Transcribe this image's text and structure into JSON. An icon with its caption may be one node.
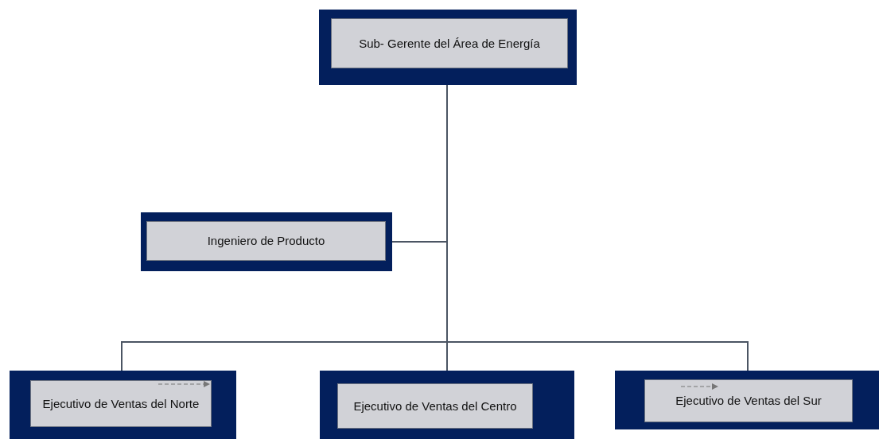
{
  "diagram": {
    "nodes": [
      {
        "text": [
          "Sub- Gerente del Área de Energía"
        ]
      },
      {
        "text": [
          "Ingeniero de Producto"
        ]
      },
      {
        "text": [
          "Ejecutivo de Ventas del Norte"
        ]
      },
      {
        "text": [
          "Ejecutivo de Ventas del Centro"
        ]
      },
      {
        "text": [
          "Ejecutivo de Ventas del Sur"
        ]
      }
    ],
    "edges": [
      {
        "from": 0,
        "to": 1,
        "arrow": "none"
      },
      {
        "from": 0,
        "to": 2,
        "arrow": "none"
      },
      {
        "from": 0,
        "to": 3,
        "arrow": "none"
      },
      {
        "from": 0,
        "to": 4,
        "arrow": "none"
      }
    ]
  }
}
